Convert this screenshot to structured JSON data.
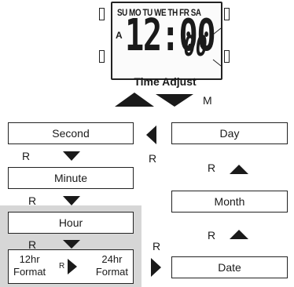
{
  "lcd": {
    "days": "SU MO TU WE TH FR SA",
    "ampm": "A",
    "hours": "12:00",
    "seconds": "00"
  },
  "title": "Time Adjust",
  "button_m": "M",
  "left_column": {
    "second": "Second",
    "minute": "Minute",
    "hour": "Hour",
    "format_12_line1": "12hr",
    "format_12_line2": "Format",
    "format_24_line1": "24hr",
    "format_24_line2": "Format",
    "format_r": "R"
  },
  "right_column": {
    "day": "Day",
    "month": "Month",
    "date": "Date"
  },
  "r_labels": {
    "r1": "R",
    "r2": "R",
    "r3": "R",
    "r4": "R",
    "r5": "R",
    "r6": "R",
    "r7": "R"
  }
}
